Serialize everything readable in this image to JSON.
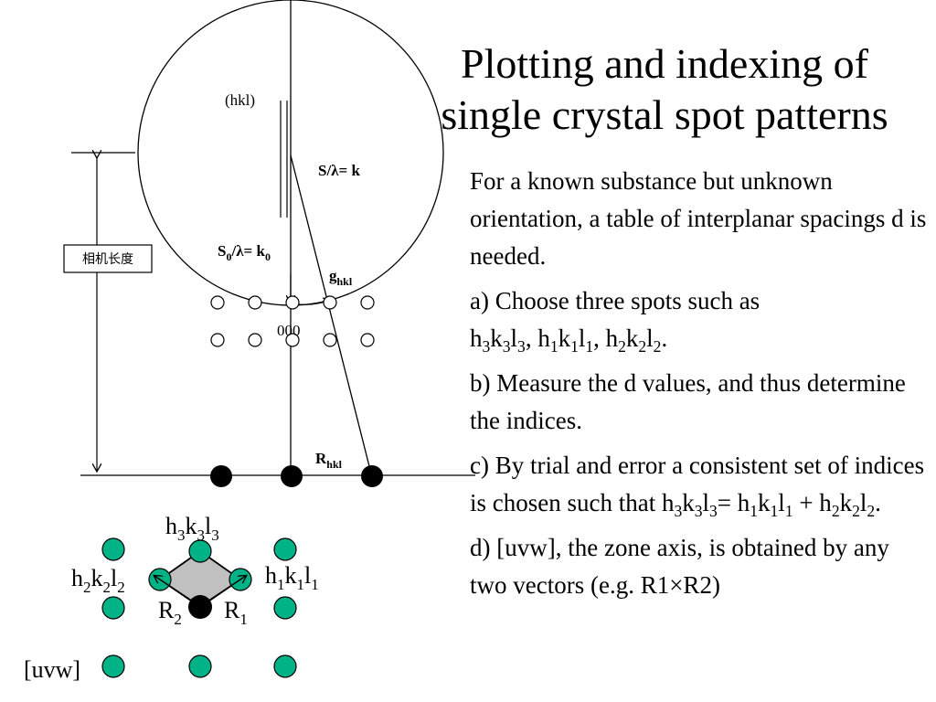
{
  "title": {
    "line1": "Plotting and indexing of",
    "line2": "single crystal spot patterns"
  },
  "diagram": {
    "plane_label": "(hkl)",
    "scattered_label": "S/λ= k",
    "incident": {
      "main": "S",
      "sub": "0",
      "mid": "/λ= k",
      "sub2": "0"
    },
    "g": {
      "main": "g",
      "sub": "hkl"
    },
    "origin_label": "000",
    "R": {
      "main": "R",
      "sub": "hkl"
    },
    "camera_length_label": "相机长度",
    "spot_labels": {
      "top": {
        "h": "3",
        "k": "3",
        "l": "3"
      },
      "left": {
        "h": "2",
        "k": "2",
        "l": "2"
      },
      "right": {
        "h": "1",
        "k": "1",
        "l": "1"
      },
      "r2": {
        "main": "R",
        "sub": "2"
      },
      "r1": {
        "main": "R",
        "sub": "1"
      },
      "uvw": "[uvw]"
    },
    "colors": {
      "spot": "#00b386",
      "parallelogram": "#c0c0c0",
      "ink": "#000000"
    }
  },
  "body": {
    "p0": "For a known substance but unknown orientation, a table of interplanar spacings d is needed.",
    "p1": {
      "lead": "a) Choose three spots such as",
      "t1": {
        "h": "3",
        "k": "3",
        "l": "3"
      },
      "t2": {
        "h": "1",
        "k": "1",
        "l": "1"
      },
      "t3": {
        "h": "2",
        "k": "2",
        "l": "2"
      }
    },
    "p2": "b) Measure the d values, and thus determine the indices.",
    "p3": {
      "lead": "c) By trial and error a consistent set of indices is chosen such that",
      "a": {
        "h": "3",
        "k": "3",
        "l": "3"
      },
      "b": {
        "h": "1",
        "k": "1",
        "l": "1"
      },
      "c": {
        "h": "2",
        "k": "2",
        "l": "2"
      }
    },
    "p4": "d) [uvw], the zone axis, is obtained by any two vectors (e.g. R1×R2)"
  }
}
